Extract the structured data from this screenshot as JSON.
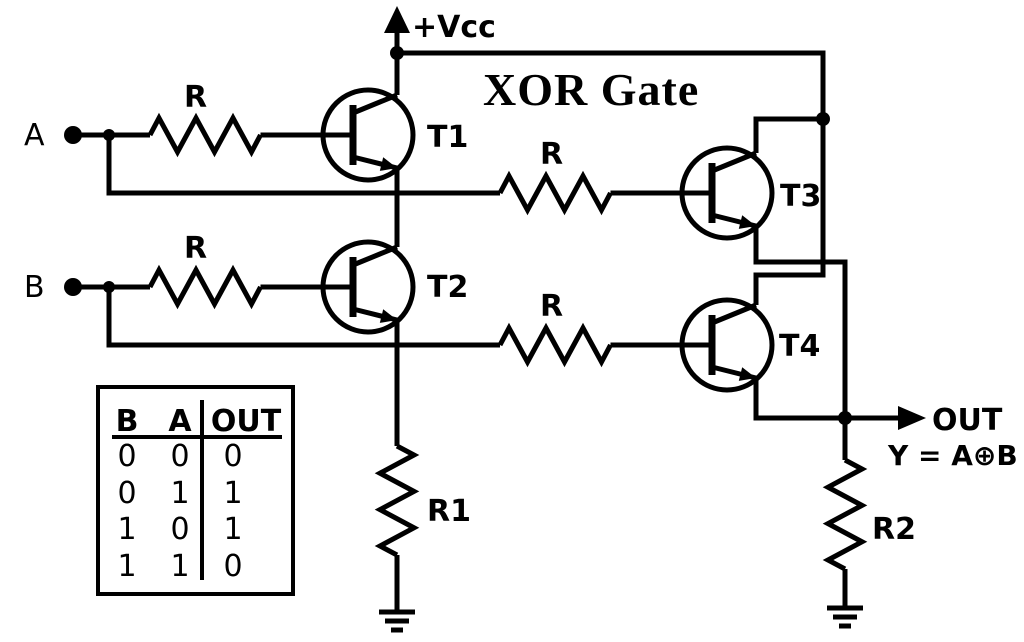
{
  "title": "XOR Gate",
  "power": {
    "label": "+Vcc"
  },
  "inputs": {
    "a": "A",
    "b": "B"
  },
  "resistors": {
    "base_a": "R",
    "base_b": "R",
    "base_t3": "R",
    "base_t4": "R",
    "emitter_r1": "R1",
    "output_r2": "R2"
  },
  "transistors": {
    "t1": "T1",
    "t2": "T2",
    "t3": "T3",
    "t4": "T4"
  },
  "output": {
    "label": "OUT",
    "equation": "Y = A⊕B"
  },
  "truth_table": {
    "headers": [
      "B",
      "A",
      "OUT"
    ],
    "rows": [
      [
        "0",
        "0",
        "0"
      ],
      [
        "0",
        "1",
        "1"
      ],
      [
        "1",
        "0",
        "1"
      ],
      [
        "1",
        "1",
        "0"
      ]
    ]
  },
  "colors": {
    "ink": "#000000",
    "background": "#ffffff"
  }
}
